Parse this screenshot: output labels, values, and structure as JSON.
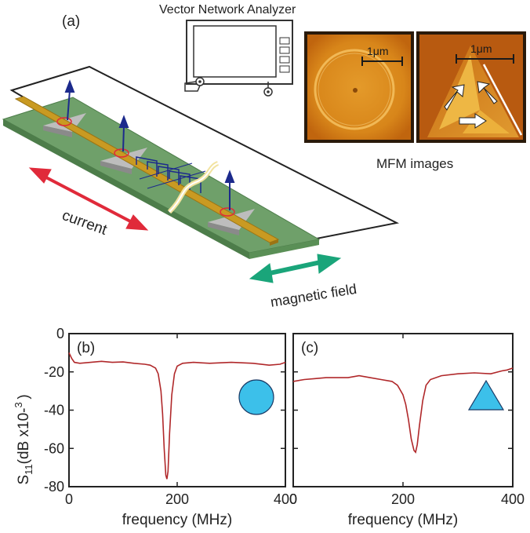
{
  "panel_a": {
    "label": "(a)",
    "vna_title": "Vector Network Analyzer",
    "scale_bar_1": "1μm",
    "scale_bar_2": "1μm",
    "mfm_caption": "MFM images",
    "current_label": "current",
    "field_label": "magnetic field"
  },
  "colors": {
    "substrate": "#6fa06a",
    "strip": "#c99a22",
    "arrow_current": "#e02a3a",
    "arrow_field": "#1aa57a",
    "spin_arrow": "#1c2a8c",
    "curve": "#b0282a",
    "marker": "#3cc0ea"
  },
  "chart_data": [
    {
      "type": "line",
      "panel_label": "(b)",
      "xlabel": "frequency (MHz)",
      "ylabel": "S11(dB x10-3 )",
      "xlim": [
        0,
        400
      ],
      "ylim": [
        -80,
        0
      ],
      "x_ticks": [
        0,
        200,
        400
      ],
      "y_ticks": [
        0,
        -20,
        -40,
        -60,
        -80
      ],
      "marker_shape": "circle",
      "series": [
        {
          "x": [
            0,
            5,
            10,
            20,
            40,
            60,
            80,
            100,
            120,
            140,
            150,
            160,
            165,
            170,
            173,
            176,
            179,
            181,
            183,
            186,
            190,
            195,
            200,
            210,
            230,
            260,
            300,
            340,
            370,
            390,
            400
          ],
          "y": [
            -10,
            -13,
            -15,
            -15.5,
            -15,
            -14.5,
            -15,
            -14.8,
            -15.5,
            -16,
            -16.5,
            -18,
            -21,
            -30,
            -42,
            -60,
            -74,
            -76,
            -72,
            -52,
            -32,
            -21,
            -17,
            -15.5,
            -15,
            -15.5,
            -15,
            -15.5,
            -16.5,
            -16,
            -15
          ]
        }
      ]
    },
    {
      "type": "line",
      "panel_label": "(c)",
      "xlabel": "frequency (MHz)",
      "xlim": [
        0,
        400
      ],
      "ylim": [
        -80,
        0
      ],
      "x_ticks": [
        0,
        200,
        400
      ],
      "marker_shape": "triangle",
      "series": [
        {
          "x": [
            0,
            20,
            40,
            60,
            80,
            100,
            120,
            140,
            160,
            180,
            190,
            200,
            205,
            210,
            215,
            220,
            223,
            226,
            230,
            236,
            242,
            250,
            270,
            300,
            330,
            360,
            380,
            390,
            400
          ],
          "y": [
            -25,
            -24,
            -23.5,
            -23,
            -23,
            -23,
            -22,
            -23,
            -24,
            -25,
            -27,
            -32,
            -37,
            -45,
            -55,
            -61,
            -62,
            -58,
            -48,
            -35,
            -27,
            -24,
            -22,
            -21,
            -20.5,
            -21,
            -19.5,
            -19,
            -18
          ]
        }
      ]
    }
  ]
}
